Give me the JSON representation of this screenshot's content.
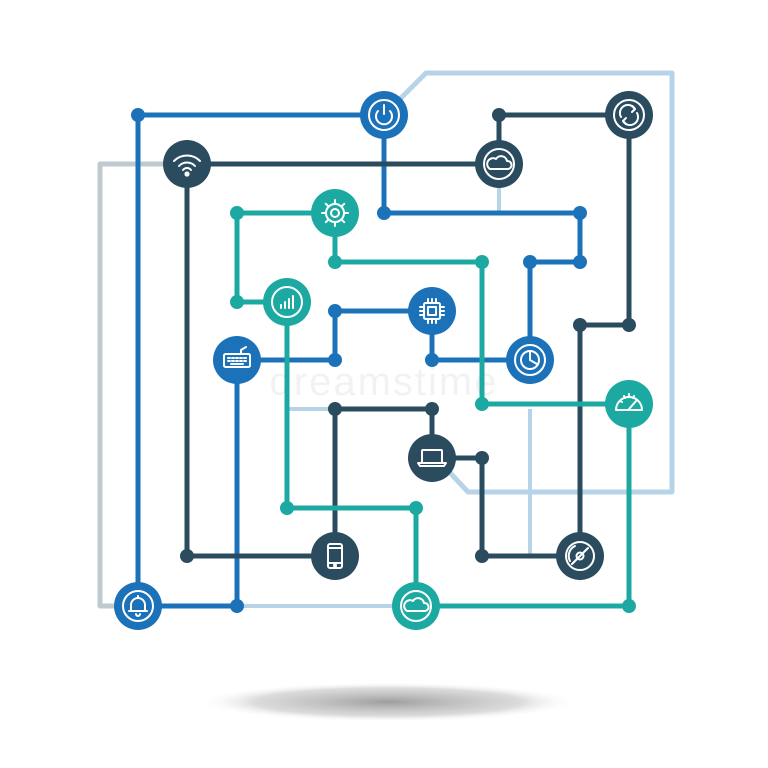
{
  "colors": {
    "light_blue": "#b7d3e8",
    "light_gray": "#bfc9d0",
    "blue": "#1c72b9",
    "navy": "#2b4b5f",
    "teal": "#1ca9a1",
    "pale_teal": "#a9d8d5",
    "shadow": "#9a9a9a",
    "icon_stroke": "#ffffff"
  },
  "watermark": "dreamstime",
  "nodes": [
    {
      "id": "power",
      "icon": "power-icon"
    },
    {
      "id": "refresh",
      "icon": "refresh-icon"
    },
    {
      "id": "wifi",
      "icon": "wifi-icon"
    },
    {
      "id": "cloud-top",
      "icon": "cloud-icon"
    },
    {
      "id": "gear",
      "icon": "gear-icon"
    },
    {
      "id": "signal",
      "icon": "signal-bars-icon"
    },
    {
      "id": "chip",
      "icon": "chip-icon"
    },
    {
      "id": "keyboard",
      "icon": "keyboard-icon"
    },
    {
      "id": "chart",
      "icon": "pie-chart-icon"
    },
    {
      "id": "gauge",
      "icon": "speedometer-icon"
    },
    {
      "id": "laptop",
      "icon": "laptop-icon"
    },
    {
      "id": "phone",
      "icon": "smartphone-icon"
    },
    {
      "id": "disc",
      "icon": "disc-icon"
    },
    {
      "id": "bell",
      "icon": "bell-icon"
    },
    {
      "id": "cloud-bottom",
      "icon": "cloud-icon"
    }
  ]
}
